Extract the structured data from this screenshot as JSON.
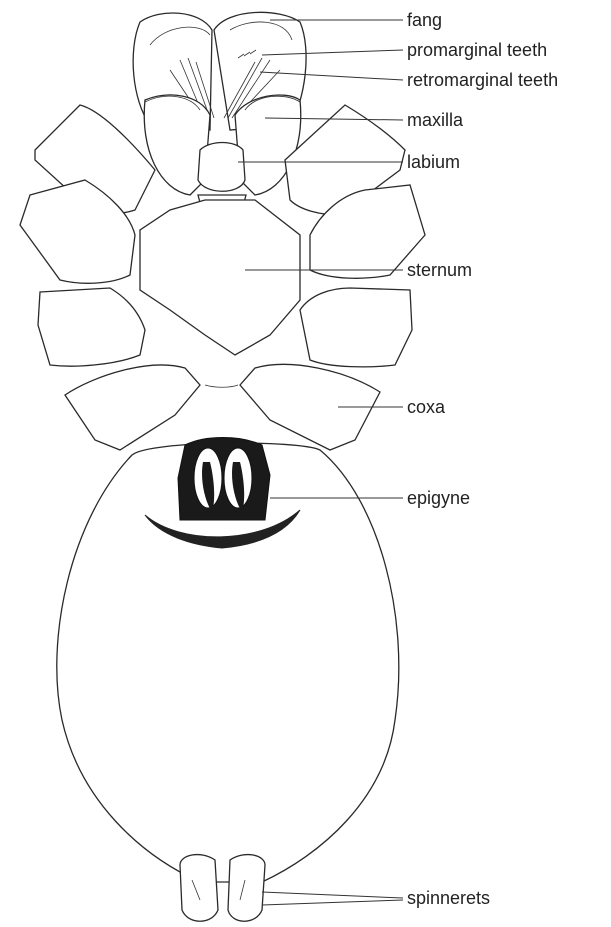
{
  "labels": {
    "fang": "fang",
    "promarginal_teeth": "promarginal teeth",
    "retromarginal_teeth": "retromarginal teeth",
    "maxilla": "maxilla",
    "labium": "labium",
    "sternum": "sternum",
    "coxa": "coxa",
    "epigyne": "epigyne",
    "spinnerets": "spinnerets"
  }
}
